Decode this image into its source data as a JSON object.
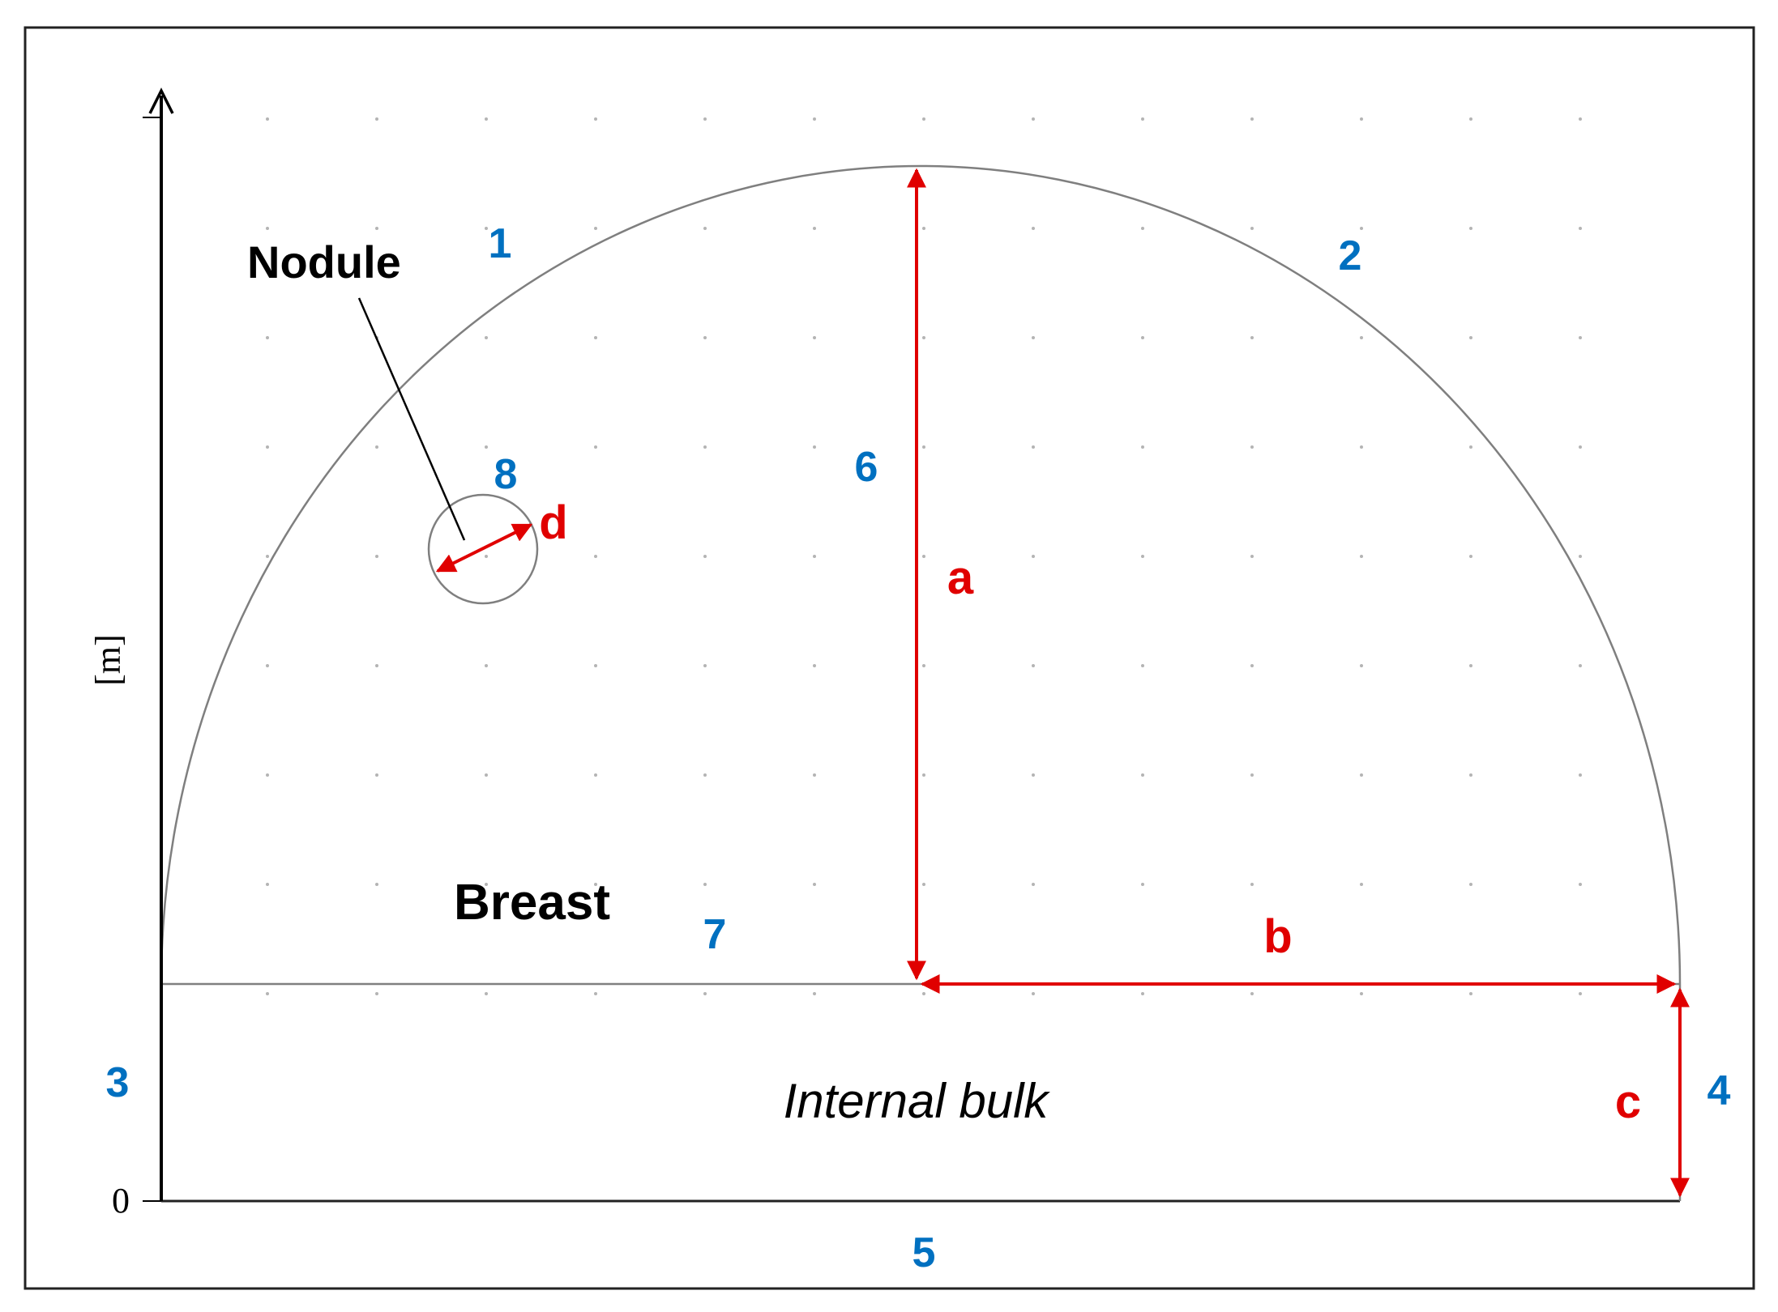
{
  "colors": {
    "boundary_number": "#0070c0",
    "dimension": "#e00000",
    "outline": "#7f7f7f",
    "axis": "#000000",
    "frame": "#222222",
    "grid_dot": "#b4b4b4"
  },
  "axis": {
    "unit_label": "[m]",
    "zero_label": "0"
  },
  "regions": {
    "breast": "Breast",
    "internal_bulk": "Internal bulk",
    "nodule": "Nodule"
  },
  "boundaries": {
    "b1": "1",
    "b2": "2",
    "b3": "3",
    "b4": "4",
    "b5": "5",
    "b6": "6",
    "b7": "7",
    "b8": "8"
  },
  "dimensions": {
    "a": "a",
    "b": "b",
    "c": "c",
    "d": "d"
  }
}
